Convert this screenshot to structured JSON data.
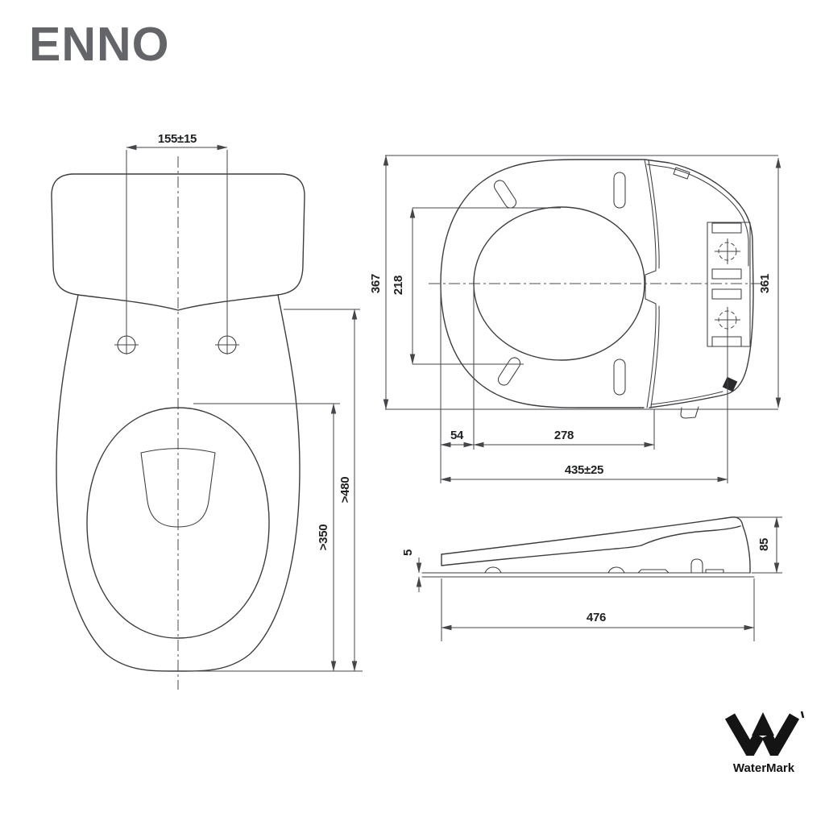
{
  "brand": {
    "logo_text": "ENNO"
  },
  "certification": {
    "label": "WaterMark",
    "mark_icon": "watermark-w-arrow",
    "trademark_tick": "'"
  },
  "toilet_top_view": {
    "hinge_spacing": "155±15",
    "min_length": ">480",
    "min_bowl_length": ">350"
  },
  "seat_top_view": {
    "overall_width": "367",
    "opening_width": "218",
    "body_side_width": "361",
    "tip_to_opening": "54",
    "opening_length": "278",
    "overall_length": "435±25"
  },
  "seat_side_view": {
    "base_gap": "5",
    "back_height": "85",
    "overall_length": "476"
  },
  "colors": {
    "line": "#3c3d40",
    "dimension_text": "#1f2022",
    "logo_gray": "#636568",
    "mark_black": "#141414",
    "background": "#ffffff"
  }
}
